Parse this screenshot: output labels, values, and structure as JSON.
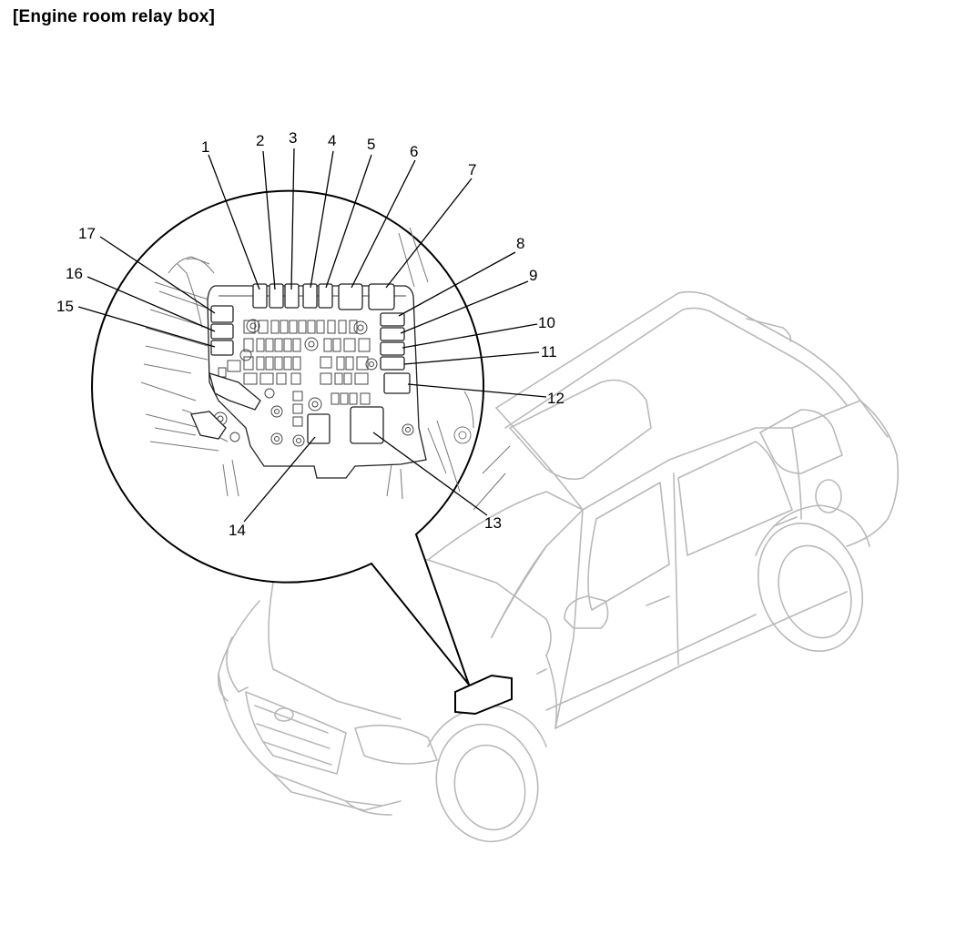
{
  "title": "[Engine room relay box]",
  "callouts": [
    {
      "id": "1",
      "label": "1"
    },
    {
      "id": "2",
      "label": "2"
    },
    {
      "id": "3",
      "label": "3"
    },
    {
      "id": "4",
      "label": "4"
    },
    {
      "id": "5",
      "label": "5"
    },
    {
      "id": "6",
      "label": "6"
    },
    {
      "id": "7",
      "label": "7"
    },
    {
      "id": "8",
      "label": "8"
    },
    {
      "id": "9",
      "label": "9"
    },
    {
      "id": "10",
      "label": "10"
    },
    {
      "id": "11",
      "label": "11"
    },
    {
      "id": "12",
      "label": "12"
    },
    {
      "id": "13",
      "label": "13"
    },
    {
      "id": "14",
      "label": "14"
    },
    {
      "id": "15",
      "label": "15"
    },
    {
      "id": "16",
      "label": "16"
    },
    {
      "id": "17",
      "label": "17"
    }
  ]
}
